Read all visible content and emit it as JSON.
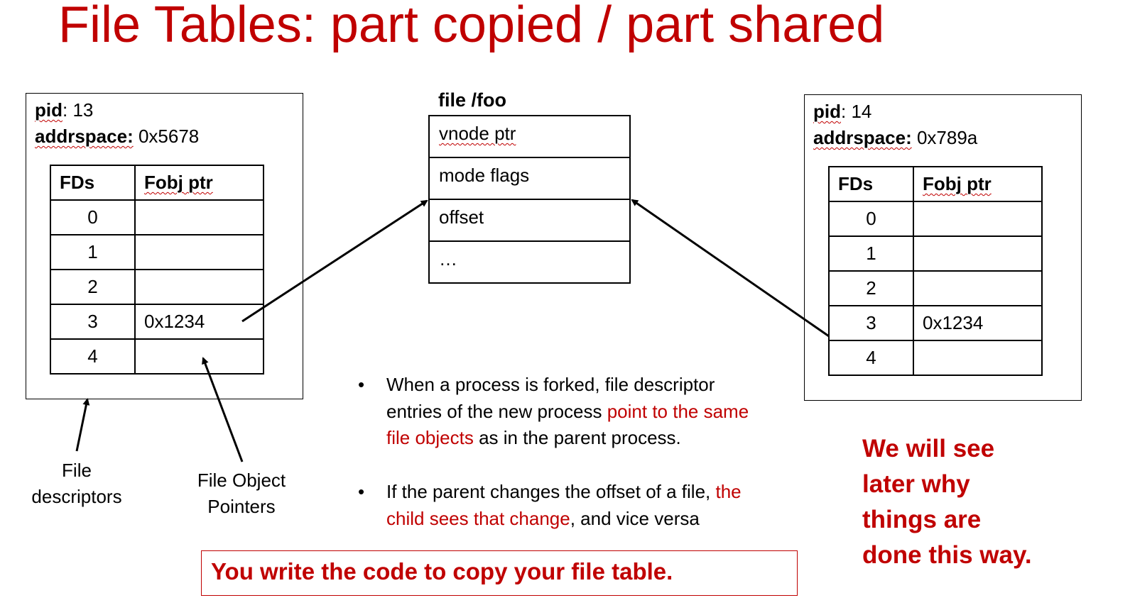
{
  "title": "File Tables: part copied / part shared",
  "left_process": {
    "pid_label": "pid",
    "pid_value": ": 13",
    "addrspace_label": "addrspace:",
    "addrspace_value": " 0x5678",
    "table_headers": [
      "FDs",
      "Fobj ptr"
    ],
    "rows": [
      {
        "fd": "0",
        "ptr": ""
      },
      {
        "fd": "1",
        "ptr": ""
      },
      {
        "fd": "2",
        "ptr": ""
      },
      {
        "fd": "3",
        "ptr": "0x1234"
      },
      {
        "fd": "4",
        "ptr": ""
      }
    ]
  },
  "right_process": {
    "pid_label": "pid",
    "pid_value": ": 14",
    "addrspace_label": "addrspace:",
    "addrspace_value": " 0x789a",
    "table_headers": [
      "FDs",
      "Fobj ptr"
    ],
    "rows": [
      {
        "fd": "0",
        "ptr": ""
      },
      {
        "fd": "1",
        "ptr": ""
      },
      {
        "fd": "2",
        "ptr": ""
      },
      {
        "fd": "3",
        "ptr": "0x1234"
      },
      {
        "fd": "4",
        "ptr": ""
      }
    ]
  },
  "file_object": {
    "title": "file /foo",
    "fields": [
      "vnode ptr",
      "mode flags",
      "offset",
      "…"
    ]
  },
  "labels": {
    "file_descriptors_line1": "File",
    "file_descriptors_line2": "descriptors",
    "file_object_pointers_line1": "File Object",
    "file_object_pointers_line2": "Pointers"
  },
  "bullets": [
    {
      "dot": "•",
      "line1": "When a process is forked,  file descriptor",
      "line2_black": "entries of the new process ",
      "line2_red": "point to the same",
      "line3_red": "file objects",
      "line3_black": " as in the parent process."
    },
    {
      "dot": "•",
      "line1_black": "If the parent changes the offset of a file, ",
      "line1_red": "the",
      "line2_red": "child sees that change",
      "line2_black": ", and vice versa"
    }
  ],
  "code_note": "You write the code to copy your file table.",
  "side_note_lines": [
    "We will see",
    "later why",
    "things are",
    "done this way."
  ],
  "colors": {
    "accent": "#c00000",
    "text": "#000000",
    "background": "#ffffff"
  }
}
